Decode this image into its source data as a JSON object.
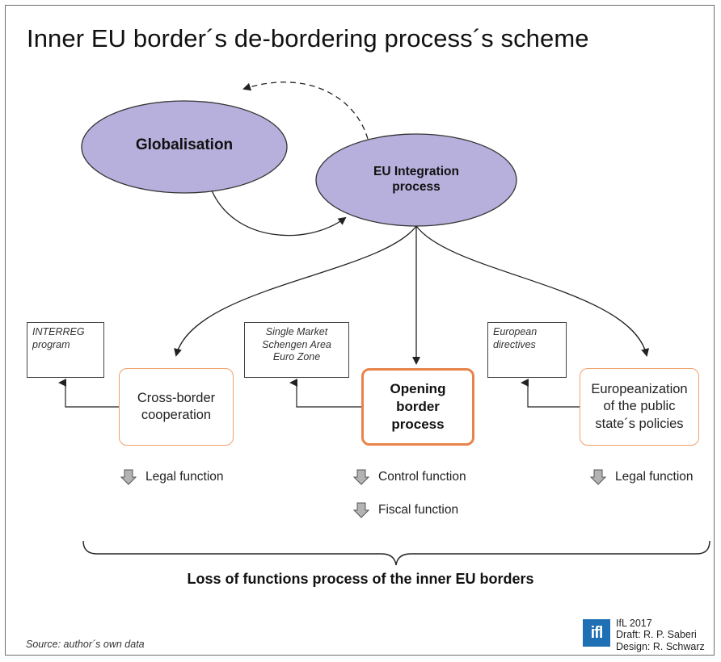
{
  "title": "Inner EU border´s de-bordering process´s scheme",
  "colors": {
    "ellipse_fill": "#b7b0dc",
    "process_border": "#f0a06a",
    "process_border_strong": "#e8834a",
    "func_arrow": "#b3b3b3",
    "logo": "#1e6fb3"
  },
  "nodes": {
    "globalisation": "Globalisation",
    "eu_integration": "EU Integration\nprocess"
  },
  "notes": {
    "interreg": "INTERREG\nprogram",
    "single_market": "Single Market\nSchengen Area\nEuro Zone",
    "directives": "European\ndirectives"
  },
  "processes": {
    "cross_border": "Cross-border\ncooperation",
    "opening": "Opening\nborder\nprocess",
    "europeanization": "Europeanization\nof the public\nstate´s policies"
  },
  "functions": {
    "left": "Legal function",
    "middle_1": "Control function",
    "middle_2": "Fiscal function",
    "right": "Legal function"
  },
  "bottom_label": "Loss of functions process of the inner EU borders",
  "source": "Source: author´s own data",
  "logo": "ifl",
  "credits": {
    "year": "IfL 2017",
    "draft": "Draft: R. P. Saberi",
    "design": "Design: R. Schwarz"
  }
}
